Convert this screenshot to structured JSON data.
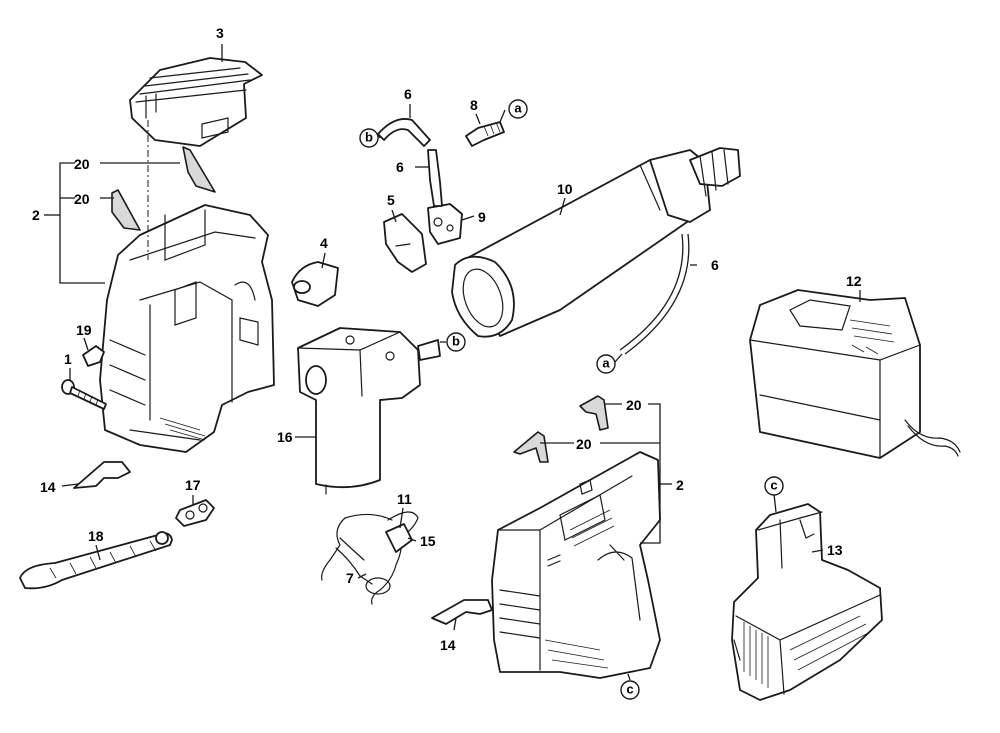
{
  "callouts": {
    "c1": "1",
    "c2_left": "2",
    "c2_right": "2",
    "c3": "3",
    "c4": "4",
    "c5": "5",
    "c6_top": "6",
    "c6_mid": "6",
    "c6_right": "6",
    "c7": "7",
    "c8": "8",
    "c9": "9",
    "c10": "10",
    "c11": "11",
    "c12": "12",
    "c13": "13",
    "c14_left": "14",
    "c14_right": "14",
    "c15": "15",
    "c16": "16",
    "c17": "17",
    "c18": "18",
    "c19": "19",
    "c20_left_top": "20",
    "c20_left_bottom": "20",
    "c20_right_top": "20",
    "c20_right_bottom": "20"
  },
  "references": {
    "a_top": "a",
    "a_bottom": "a",
    "b_left": "b",
    "b_right": "b",
    "c_battery": "c",
    "c_housing": "c"
  }
}
